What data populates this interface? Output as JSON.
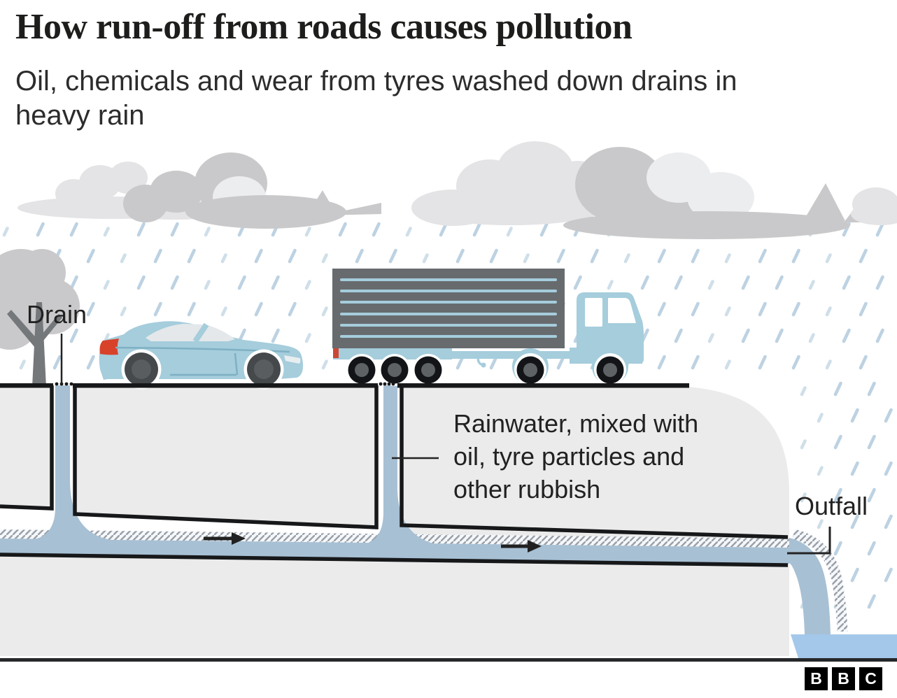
{
  "header": {
    "title": "How run-off from roads causes pollution",
    "subtitle": "Oil, chemicals and wear from tyres washed down drains in\nheavy rain"
  },
  "labels": {
    "drain": "Drain",
    "rainwater": "Rainwater, mixed with\noil, tyre particles and\nother rubbish",
    "outfall": "Outfall"
  },
  "logo": {
    "letters": [
      "B",
      "B",
      "C"
    ]
  },
  "colors": {
    "rain": "#bdd2e2",
    "rain_light": "#cfdfe9",
    "vehicle_blue": "#a5cddc",
    "trailer_grey": "#676b6e",
    "pipe_water_blue": "#a7c0d4",
    "water_body_blue": "#a4c8ea",
    "ground_grey": "#ebebeb",
    "cloud_light": "#e4e4e6",
    "cloud_dark": "#c9c9cb",
    "outline_black": "#17181a",
    "tail_light_red": "#d8422a",
    "text_dark": "#212121"
  }
}
